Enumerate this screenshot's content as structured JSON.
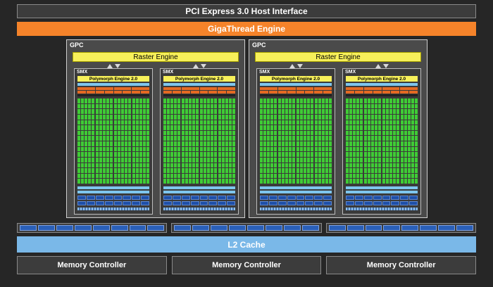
{
  "host_interface": "PCI Express 3.0 Host Interface",
  "giga_engine": "GigaThread Engine",
  "gpcs": [
    {
      "label": "GPC",
      "raster_engine": "Raster Engine",
      "smx": [
        {
          "label": "SMX",
          "polymorph": "Polymorph Engine 2.0"
        },
        {
          "label": "SMX",
          "polymorph": "Polymorph Engine 2.0"
        }
      ]
    },
    {
      "label": "GPC",
      "raster_engine": "Raster Engine",
      "smx": [
        {
          "label": "SMX",
          "polymorph": "Polymorph Engine 2.0"
        },
        {
          "label": "SMX",
          "polymorph": "Polymorph Engine 2.0"
        }
      ]
    }
  ],
  "l2_cache": "L2 Cache",
  "memory_controllers": [
    "Memory Controller",
    "Memory Controller",
    "Memory Controller"
  ],
  "colors": {
    "orange": "#f5832a",
    "yellow": "#f7f05a",
    "green": "#3fcc35",
    "light_blue": "#7ab8e8",
    "dark_blue": "#1e4fa8",
    "gray": "#3c3c3c"
  }
}
